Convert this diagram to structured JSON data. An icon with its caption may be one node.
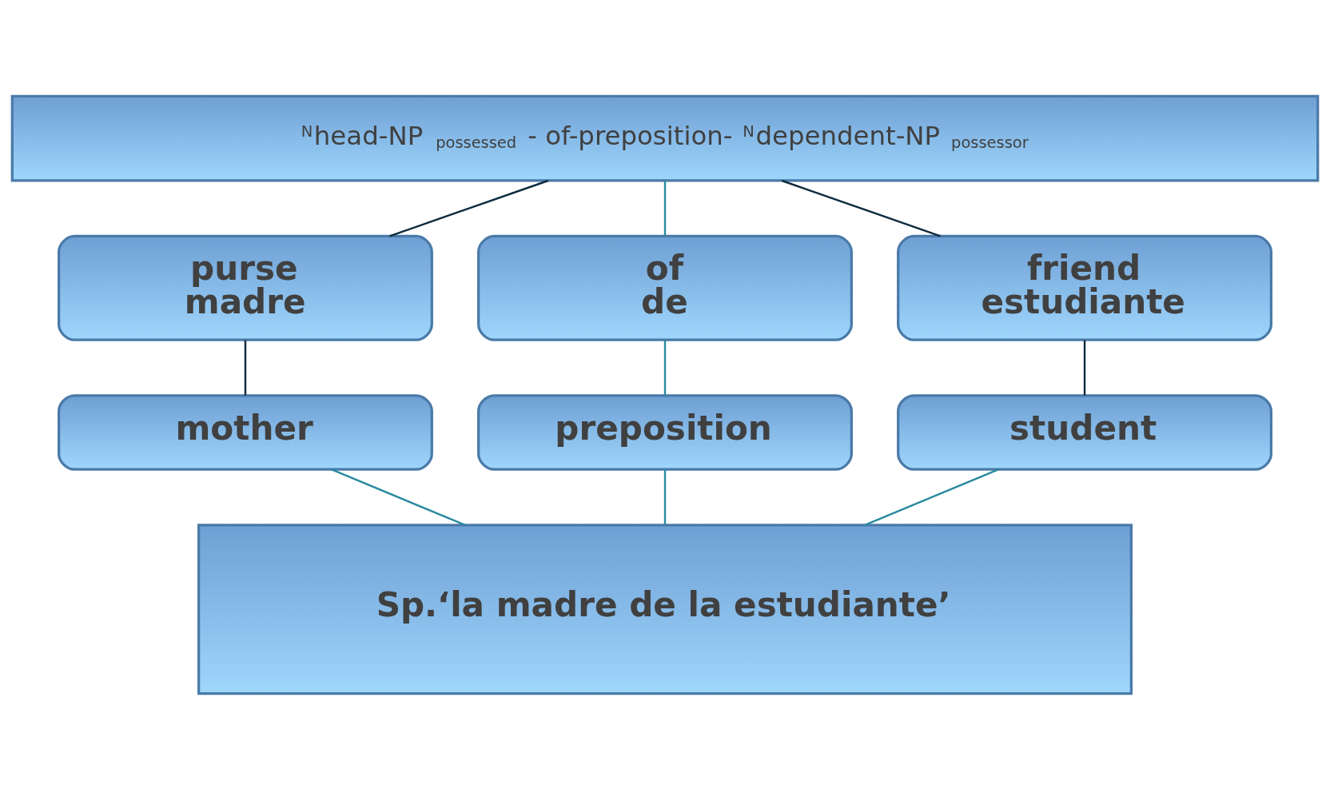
{
  "diagram": {
    "nodes": [
      {
        "text": [
          "$^{N}$head-NP $_{possessed}$ - of-preposition- $^{N}$dependent-NP $_{possessor}$"
        ]
      },
      {
        "text": [
          "purse",
          "madre"
        ]
      },
      {
        "text": [
          "of",
          "de"
        ]
      },
      {
        "text": [
          "friend",
          "estudiante"
        ]
      },
      {
        "text": [
          "mother"
        ]
      },
      {
        "text": [
          "preposition"
        ]
      },
      {
        "text": [
          "student"
        ]
      },
      {
        "text": [
          "Sp.‘la madre de la estudiante’"
        ]
      }
    ],
    "edges": [
      {
        "from": 0,
        "to": 1,
        "arrow": "none",
        "color": "#0d2b3e"
      },
      {
        "from": 0,
        "to": 2,
        "arrow": "none"
      },
      {
        "from": 0,
        "to": 3,
        "arrow": "none",
        "color": "#0d2b3e"
      },
      {
        "from": 1,
        "to": 4,
        "arrow": "none",
        "color": "#0d2b3e"
      },
      {
        "from": 2,
        "to": 5,
        "arrow": "none"
      },
      {
        "from": 3,
        "to": 6,
        "arrow": "none",
        "color": "#0d2b3e"
      },
      {
        "from": 4,
        "to": 7,
        "arrow": "none"
      },
      {
        "from": 5,
        "to": 7,
        "arrow": "none"
      },
      {
        "from": 6,
        "to": 7,
        "arrow": "none"
      }
    ]
  }
}
